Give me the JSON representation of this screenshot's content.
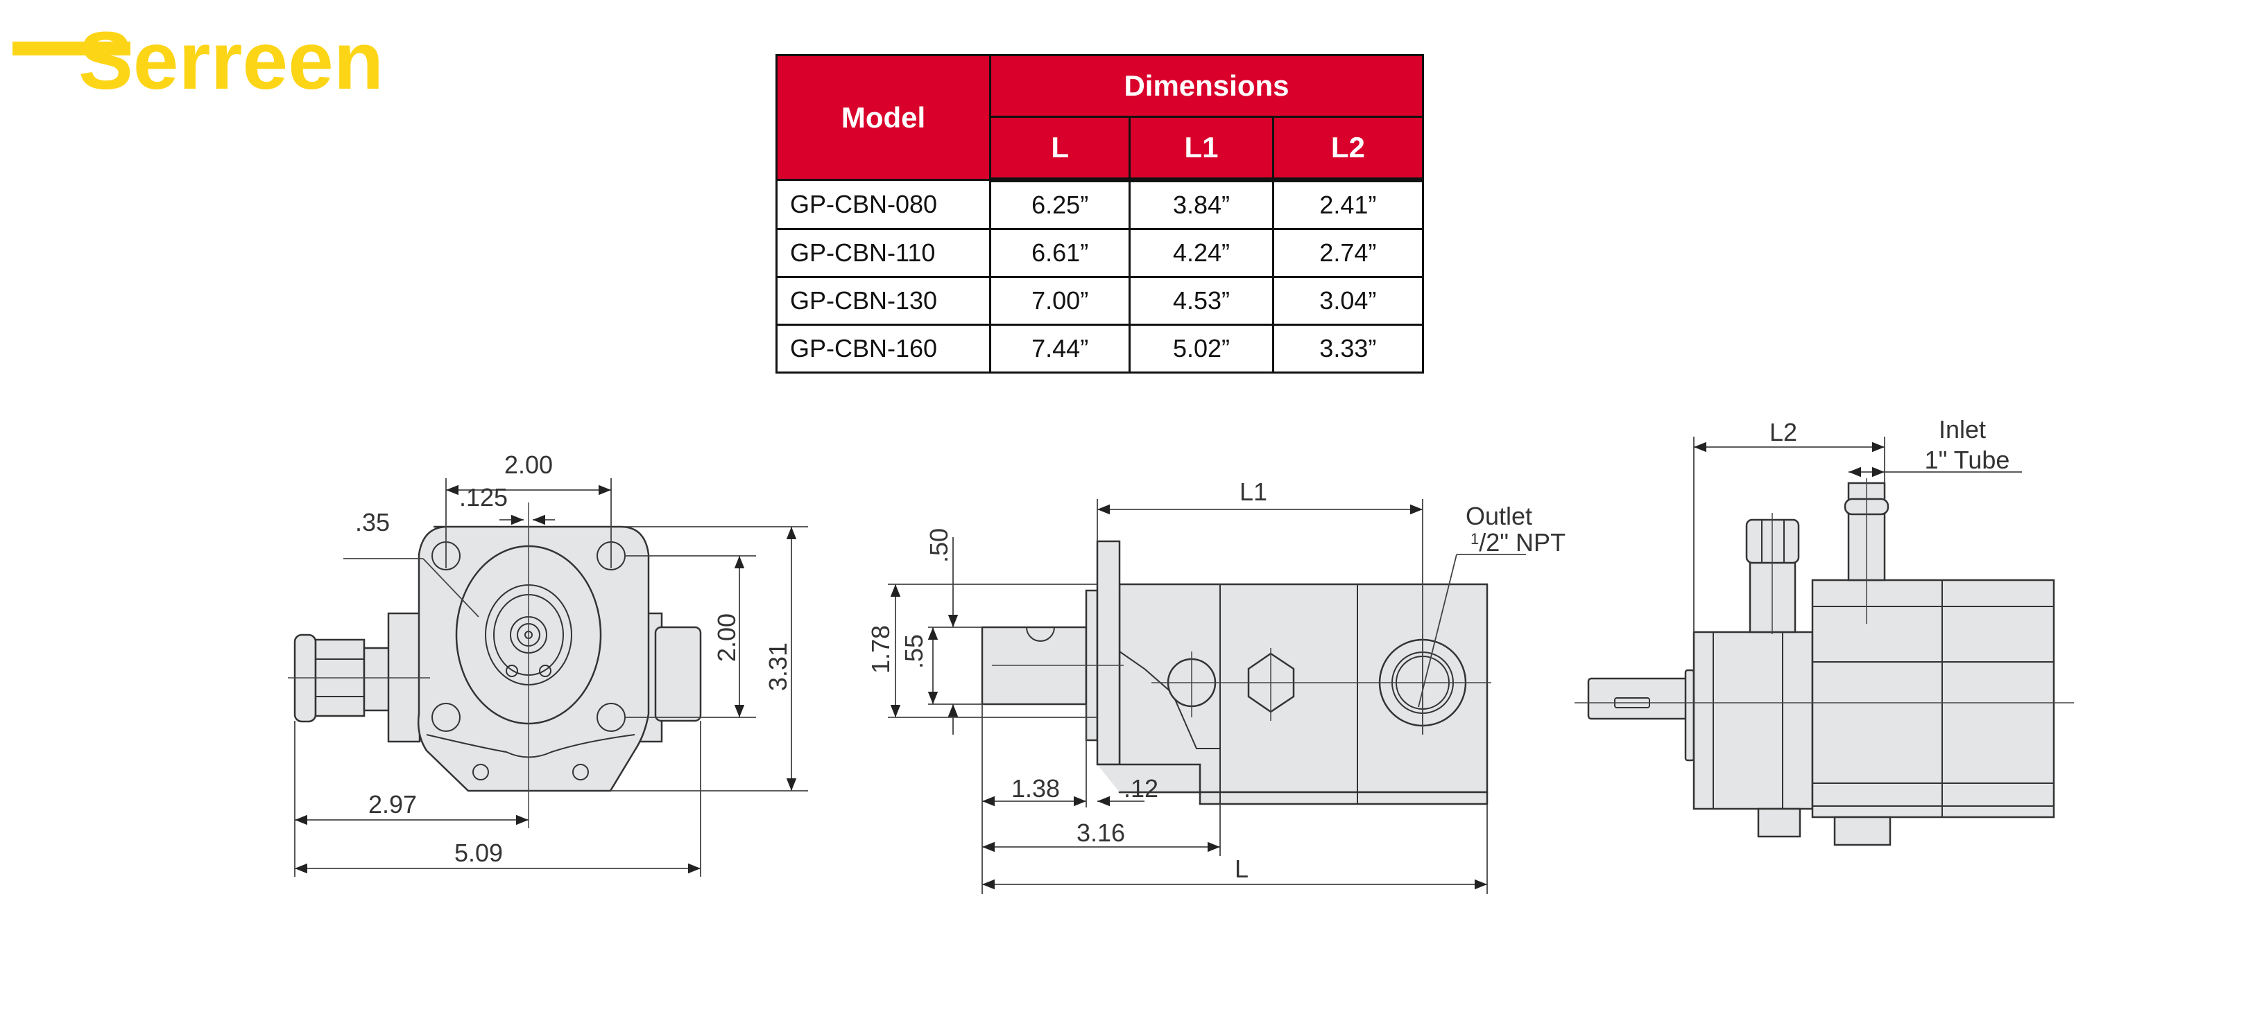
{
  "logo": {
    "text": "Serreen",
    "color": "#fdd517"
  },
  "table": {
    "header_model": "Model",
    "header_group": "Dimensions",
    "columns": [
      "L",
      "L1",
      "L2"
    ],
    "header_color": "#d9002b",
    "rows": [
      {
        "model": "GP-CBN-080",
        "L": "6.25”",
        "L1": "3.84”",
        "L2": "2.41”"
      },
      {
        "model": "GP-CBN-110",
        "L": "6.61”",
        "L1": "4.24”",
        "L2": "2.74”"
      },
      {
        "model": "GP-CBN-130",
        "L": "7.00”",
        "L1": "4.53”",
        "L2": "3.04”"
      },
      {
        "model": "GP-CBN-160",
        "L": "7.44”",
        "L1": "5.02”",
        "L2": "3.33”"
      }
    ]
  },
  "front_view": {
    "bolt_spacing_h": "2.00",
    "offset": ".125",
    "hole_dia": ".35",
    "bolt_spacing_v": "2.00",
    "height": "3.31",
    "center_offset": "2.97",
    "width": "5.09"
  },
  "side_view": {
    "L1": "L1",
    "outlet_label": "Outlet",
    "outlet_size_num": "1",
    "outlet_size_den": "/2\" NPT",
    "dim_50": ".50",
    "dim_55": ".55",
    "dim_178": "1.78",
    "dim_138": "1.38",
    "dim_12": ".12",
    "dim_316": "3.16",
    "L": "L"
  },
  "top_view": {
    "L2": "L2",
    "inlet_label": "Inlet",
    "inlet_size": "1\" Tube"
  }
}
